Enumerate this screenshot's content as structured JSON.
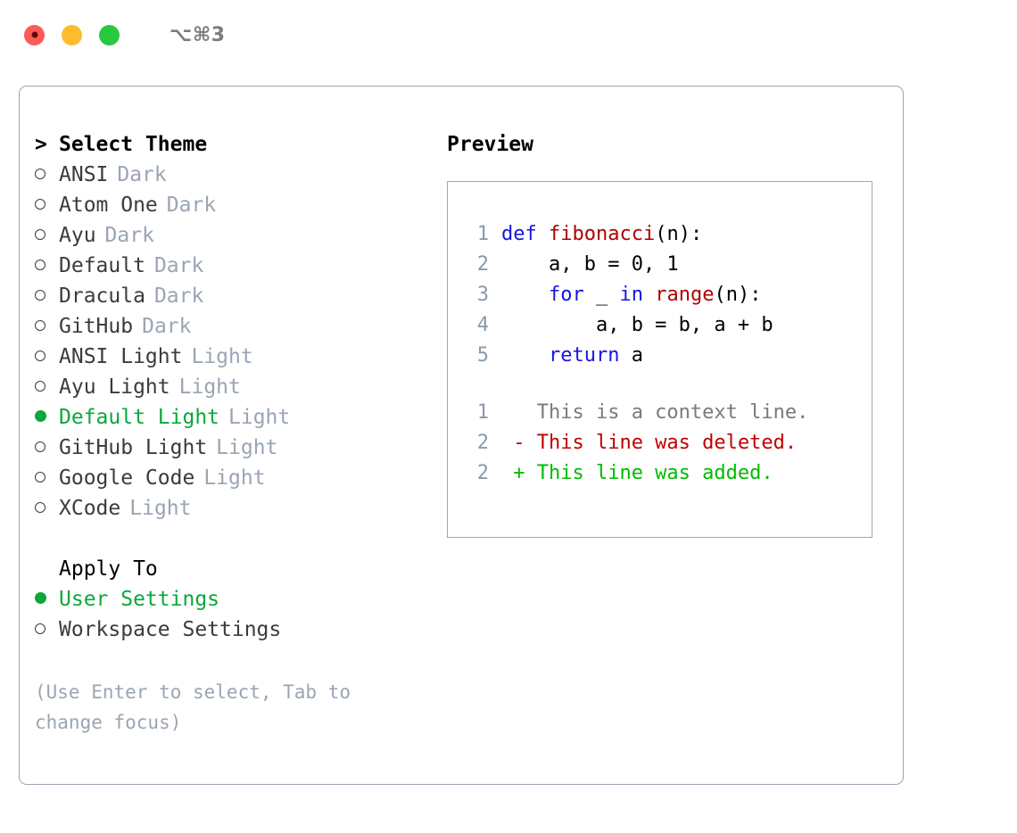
{
  "titlebar": {
    "shortcut": "⌥⌘3",
    "dots": [
      {
        "name": "close",
        "color": "#fb5c57"
      },
      {
        "name": "minimize",
        "color": "#fdbc2d"
      },
      {
        "name": "maximize",
        "color": "#27c93f"
      }
    ]
  },
  "theme_section": {
    "header": "Select Theme",
    "caret": ">",
    "focused": true,
    "items": [
      {
        "label": "ANSI",
        "tag": "Dark",
        "selected": false
      },
      {
        "label": "Atom One",
        "tag": "Dark",
        "selected": false
      },
      {
        "label": "Ayu",
        "tag": "Dark",
        "selected": false
      },
      {
        "label": "Default",
        "tag": "Dark",
        "selected": false
      },
      {
        "label": "Dracula",
        "tag": "Dark",
        "selected": false
      },
      {
        "label": "GitHub",
        "tag": "Dark",
        "selected": false
      },
      {
        "label": "ANSI Light",
        "tag": "Light",
        "selected": false
      },
      {
        "label": "Ayu Light",
        "tag": "Light",
        "selected": false
      },
      {
        "label": "Default Light",
        "tag": "Light",
        "selected": true
      },
      {
        "label": "GitHub Light",
        "tag": "Light",
        "selected": false
      },
      {
        "label": "Google Code",
        "tag": "Light",
        "selected": false
      },
      {
        "label": "XCode",
        "tag": "Light",
        "selected": false
      }
    ]
  },
  "apply_section": {
    "header": "Apply To",
    "focused": false,
    "items": [
      {
        "label": "User Settings",
        "selected": true
      },
      {
        "label": "Workspace Settings",
        "selected": false
      }
    ]
  },
  "hint": "(Use Enter to select, Tab to change focus)",
  "preview": {
    "title": "Preview",
    "code_lines": [
      {
        "no": "1",
        "tokens": [
          {
            "t": "def ",
            "c": "kw"
          },
          {
            "t": "fibonacci",
            "c": "fn"
          },
          {
            "t": "(n):",
            "c": "pl"
          }
        ]
      },
      {
        "no": "2",
        "tokens": [
          {
            "t": "    a, b = 0, 1",
            "c": "pl"
          }
        ]
      },
      {
        "no": "3",
        "tokens": [
          {
            "t": "    ",
            "c": "pl"
          },
          {
            "t": "for",
            "c": "kw"
          },
          {
            "t": " _ ",
            "c": "pl"
          },
          {
            "t": "in",
            "c": "kw"
          },
          {
            "t": " ",
            "c": "pl"
          },
          {
            "t": "range",
            "c": "fn"
          },
          {
            "t": "(n):",
            "c": "pl"
          }
        ]
      },
      {
        "no": "4",
        "tokens": [
          {
            "t": "        a, b = b, a + b",
            "c": "pl"
          }
        ]
      },
      {
        "no": "5",
        "tokens": [
          {
            "t": "    ",
            "c": "pl"
          },
          {
            "t": "return",
            "c": "kw"
          },
          {
            "t": " a",
            "c": "pl"
          }
        ]
      }
    ],
    "diff_lines": [
      {
        "no": "1",
        "marker": " ",
        "text": "This is a context line.",
        "kind": "ctx"
      },
      {
        "no": "2",
        "marker": "-",
        "text": "This line was deleted.",
        "kind": "del"
      },
      {
        "no": "2",
        "marker": "+",
        "text": "This line was added.",
        "kind": "add"
      }
    ]
  },
  "colors": {
    "accent_green": "#0aa83a",
    "keyword_blue": "#1515e0",
    "function_red": "#b00000",
    "diff_add": "#00bb00",
    "diff_del": "#c00000",
    "muted": "#9aa5b4",
    "border": "#9ba7b6"
  }
}
